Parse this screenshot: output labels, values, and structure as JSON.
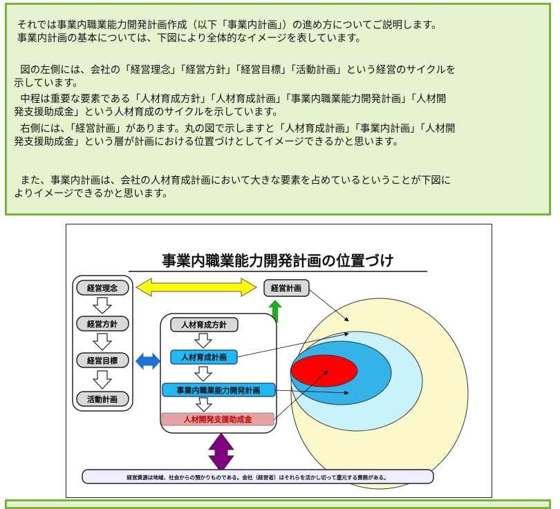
{
  "intro": {
    "p1_line1": " それでは事業内職業能力開発計画作成（以下「事業内計画」）の進め方についてご説明します。",
    "p1_line2": " 事業内計画の基本については、下図により全体的なイメージを表しています。",
    "p2_line1": "  図の左側には、会社の「経営理念」「経営方針」「経営目標」「活動計画」という経営のサイクルを",
    "p2_line2": "示しています。",
    "p3_line1": "  中程は重要な要素である「人材育成方針」「人材育成計画」「事業内職業能力開発計画」「人材開",
    "p3_line2": "発支援助成金」という人材育成のサイクルを示しています。",
    "p4_line1": "  右側には、「経営計画」があります。丸の図で示しますと「人材育成計画」「事業内計画」「人材開",
    "p4_line2": "発支援助成金」という層が計画における位置づけとしてイメージできるかと思います。",
    "p5_line1": "  また、事業内計画は、会社の人材育成計画において大きな要素を占めているということが下図に",
    "p5_line2": "よりイメージできるかと思います。"
  },
  "figure": {
    "title": "事業内職業能力開発計画の位置づけ",
    "management_cycle": [
      "経営理念",
      "経営方針",
      "経営目標",
      "活動計画"
    ],
    "management_plan": "経営計画",
    "hr_cycle": [
      "人材育成方針",
      "人材育成計画",
      "事業内職業能力開発計画",
      "人材開発支援助成金"
    ],
    "footer_note": "経営資源は地域、社会からの預かりものである。会社（経営者）はそれらを活かし切って還元する責務がある。",
    "colors": {
      "pill_gray": "#d9d9d9",
      "plan_cyan": "#22b8f0",
      "subsidy_pink": "#e6a3a3",
      "arrow_yellow": "#ffff00",
      "arrow_blue": "#1f6fd6",
      "arrow_green": "#22aa22",
      "arrow_purple": "#800080",
      "circle_outer": "#fbf9cc",
      "circle_mid": "#c9f2fb",
      "circle_inner": "#33b3e8",
      "circle_core": "#ff0000"
    }
  }
}
